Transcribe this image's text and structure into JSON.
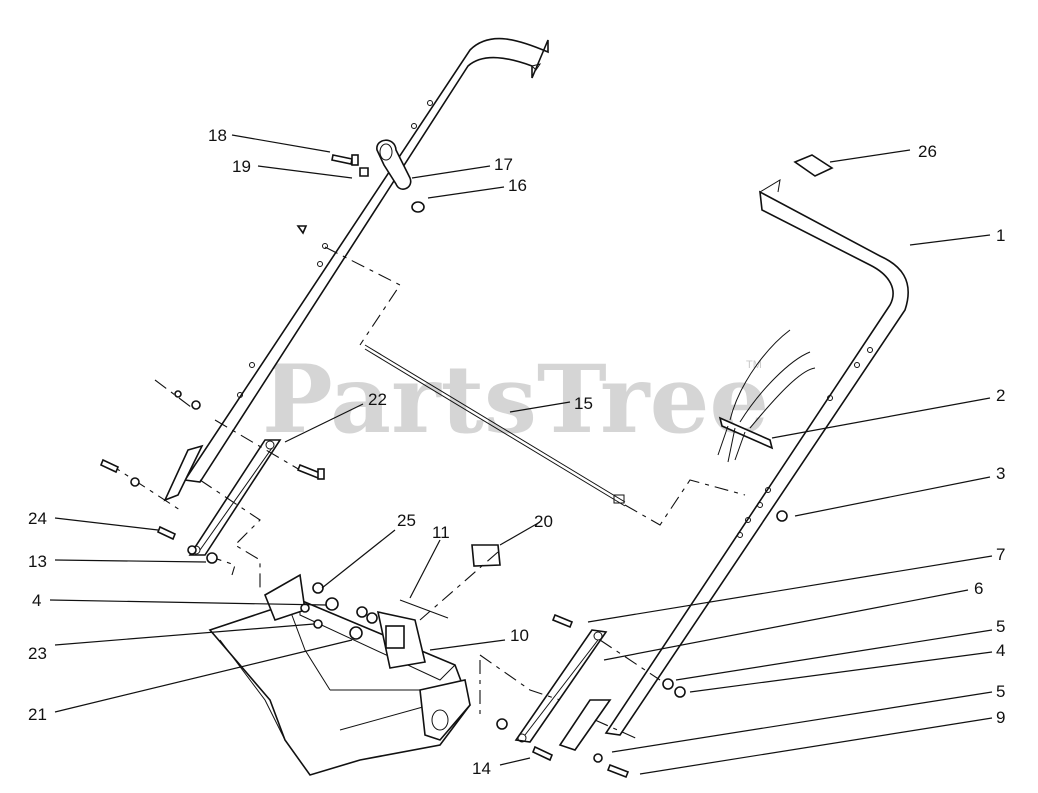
{
  "watermark": {
    "text": "PartsTree",
    "tm": "TM"
  },
  "callouts": [
    "1",
    "2",
    "3",
    "4",
    "4",
    "5",
    "5",
    "6",
    "7",
    "9",
    "10",
    "11",
    "13",
    "14",
    "15",
    "16",
    "17",
    "18",
    "19",
    "20",
    "21",
    "22",
    "23",
    "24",
    "25",
    "26"
  ]
}
